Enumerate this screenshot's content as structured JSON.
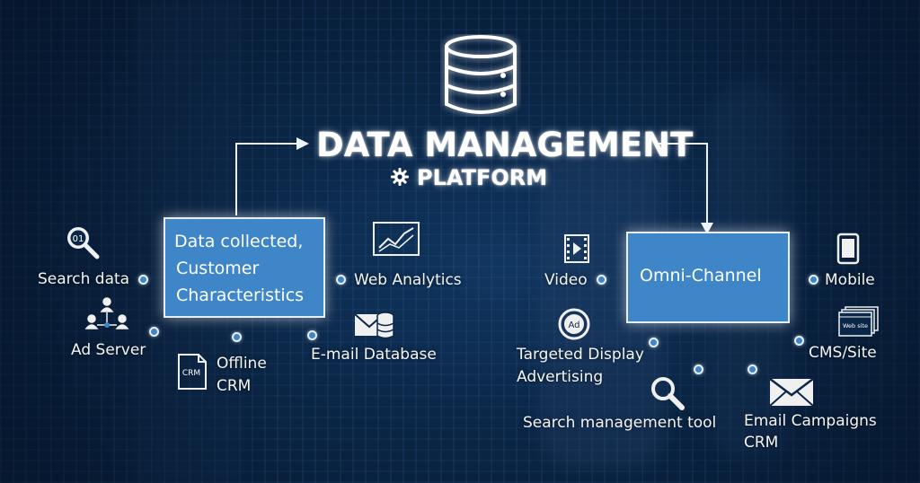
{
  "title": {
    "main": "DATA MANAGEMENT",
    "sub": "PLATFORM"
  },
  "left_box": {
    "line1": "Data collected,",
    "line2": "Customer",
    "line3": "Characteristics"
  },
  "right_box": {
    "label": "Omni-Channel"
  },
  "left_items": {
    "search_data": "Search data",
    "ad_server": "Ad Server",
    "offline_crm_1": "Offline",
    "offline_crm_2": "CRM",
    "email_database": "E-mail Database",
    "web_analytics": "Web Analytics"
  },
  "right_items": {
    "video": "Video",
    "mobile": "Mobile",
    "targeted_1": "Targeted Display",
    "targeted_2": "Advertising",
    "cms_site": "CMS/Site",
    "search_tool": "Search management tool",
    "email_1": "Email  Campaigns",
    "email_2": "CRM"
  },
  "icon_text": {
    "search_number": "01",
    "ad_badge": "Ad",
    "crm_doc": "CRM",
    "website": "Web site"
  },
  "colors": {
    "box_fill": "#3e86c8",
    "box_border": "#e6eef7",
    "background": "#0b2748",
    "text": "#f4f4f4"
  },
  "icons": [
    "database-icon",
    "gear-icon",
    "magnifier-icon",
    "people-network-icon",
    "document-icon",
    "envelope-database-icon",
    "line-chart-icon",
    "video-icon",
    "mobile-icon",
    "ad-badge-icon",
    "website-icon",
    "magnifier-icon",
    "envelope-icon"
  ]
}
